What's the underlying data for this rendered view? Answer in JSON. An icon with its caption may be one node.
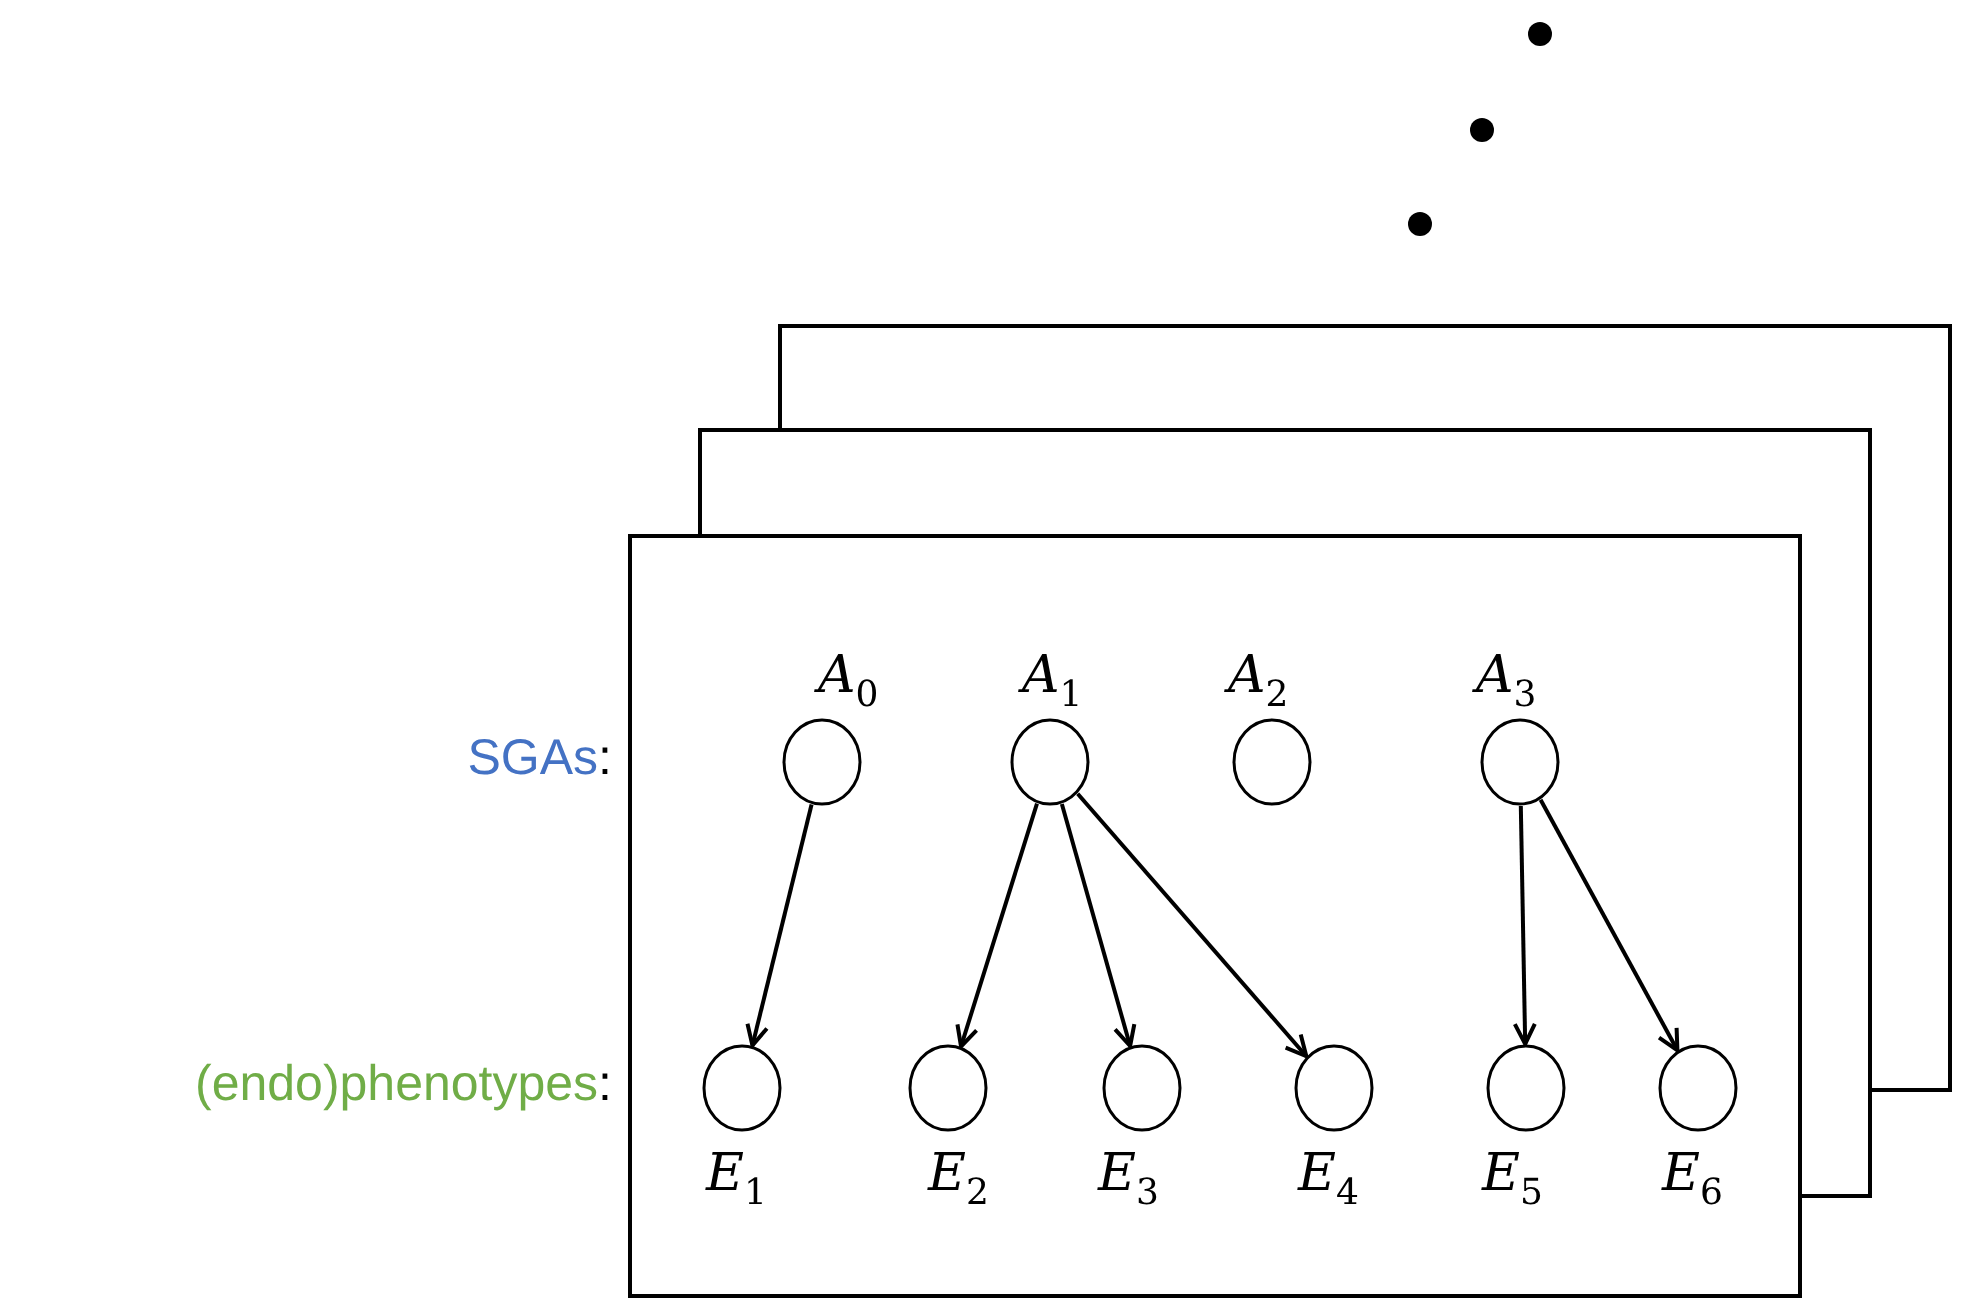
{
  "diagram": {
    "nodes": [
      {
        "text": [
          "*A*$_{0}$"
        ]
      },
      {
        "text": [
          "*A*$_{1}$"
        ]
      },
      {
        "text": [
          "*A*$_{2}$"
        ]
      },
      {
        "text": [
          "*A*$_{3}$"
        ]
      },
      {
        "text": [
          "*E*$_{1}$"
        ]
      },
      {
        "text": [
          "*E*$_{2}$"
        ]
      },
      {
        "text": [
          "*E*$_{3}$"
        ]
      },
      {
        "text": [
          "*E*$_{4}$"
        ]
      },
      {
        "text": [
          "*E*$_{5}$"
        ]
      },
      {
        "text": [
          "*E*$_{6}$"
        ]
      }
    ],
    "edges": [
      {
        "from": 0,
        "to": 4,
        "arrow": "to"
      },
      {
        "from": 1,
        "to": 5,
        "arrow": "to"
      },
      {
        "from": 1,
        "to": 6,
        "arrow": "to"
      },
      {
        "from": 1,
        "to": 7,
        "arrow": "to"
      },
      {
        "from": 3,
        "to": 8,
        "arrow": "to"
      },
      {
        "from": 3,
        "to": 9,
        "arrow": "to"
      }
    ],
    "labels": [
      "SGAs:",
      "(endo)phenotypes:"
    ]
  }
}
